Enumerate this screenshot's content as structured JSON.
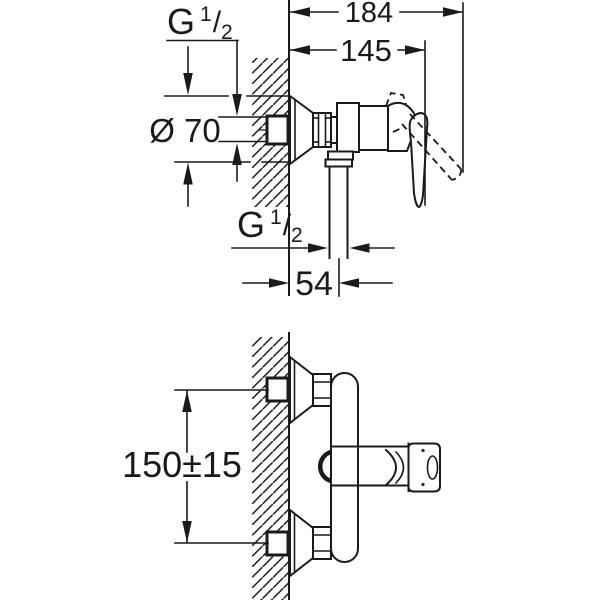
{
  "drawing": {
    "background": "#ffffff",
    "line_color": "#1a1a1a"
  },
  "dimensions": {
    "total_depth": "184",
    "body_depth": "145",
    "escutcheon_diameter": "Ø 70",
    "outlet_offset": "54",
    "connection_spacing": "150±15"
  },
  "thread": {
    "letter": "G",
    "numerator": "1",
    "slash": "/",
    "denominator": "2"
  }
}
